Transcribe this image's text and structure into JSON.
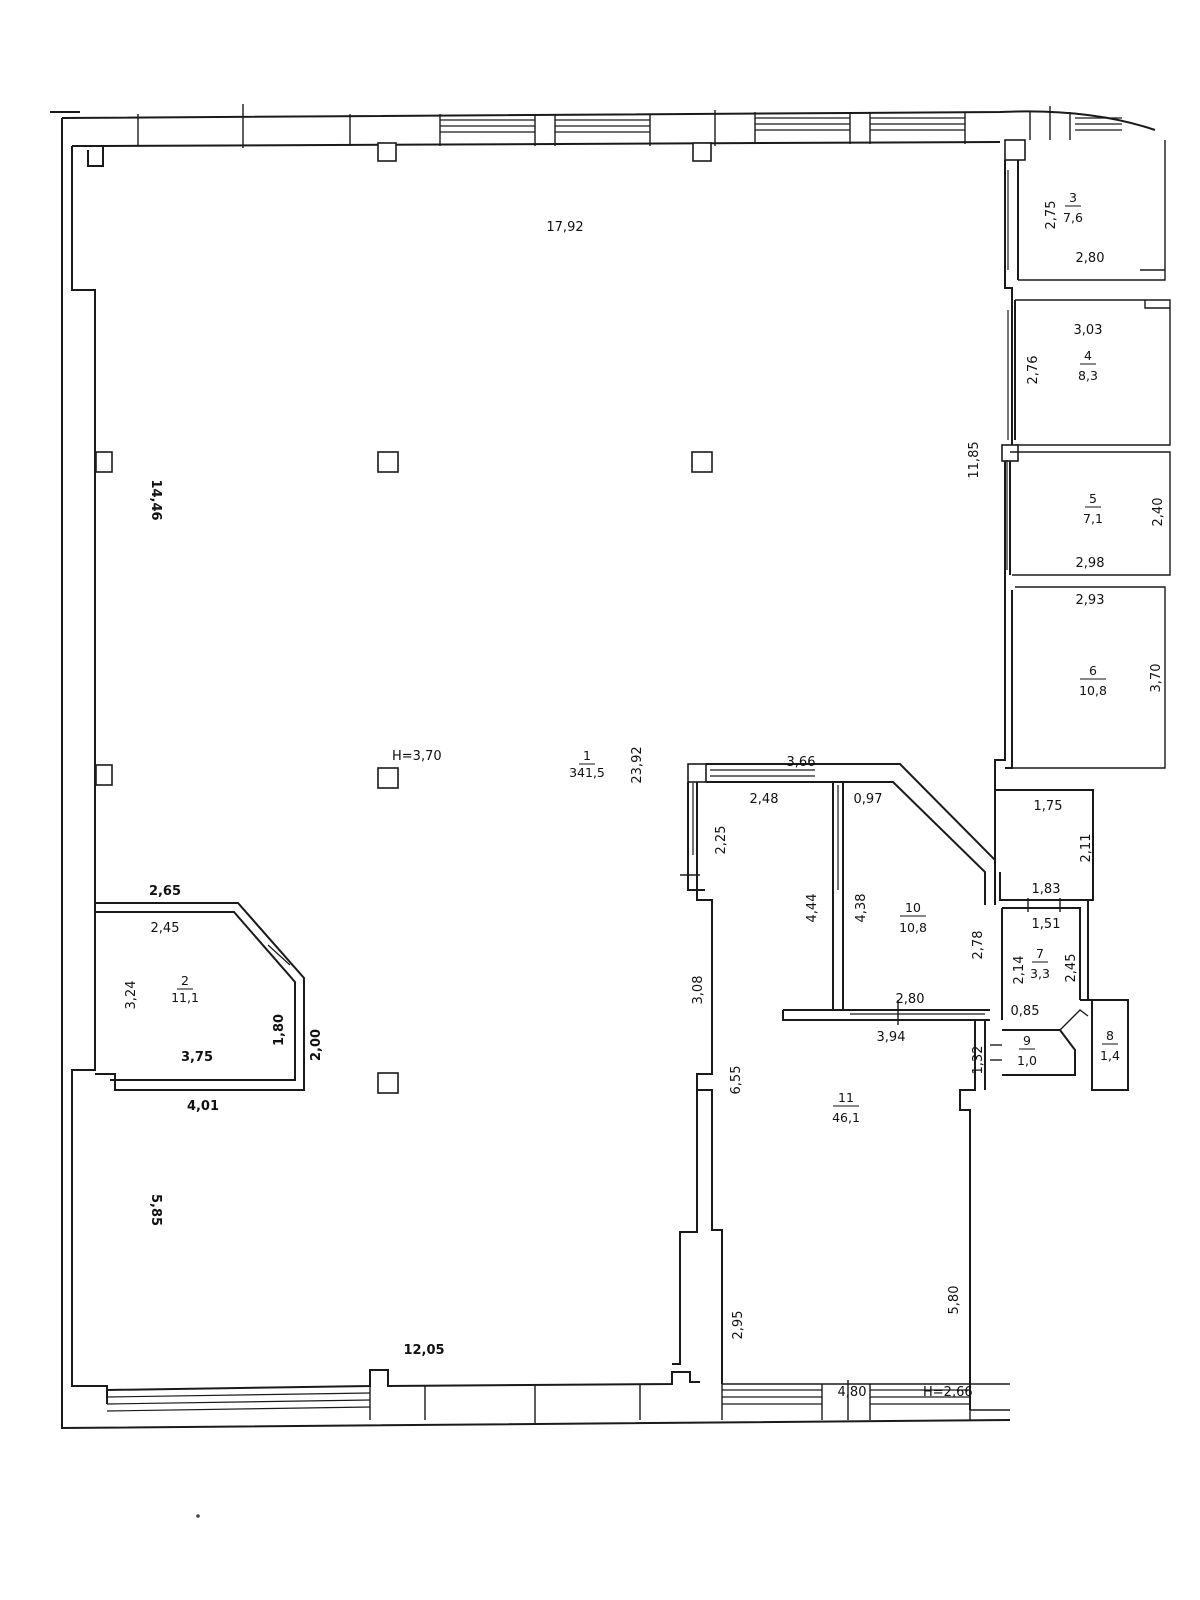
{
  "plan": {
    "rooms": [
      {
        "id": "room-1",
        "number": "1",
        "area": "341,5"
      },
      {
        "id": "room-2",
        "number": "2",
        "area": "11,1"
      },
      {
        "id": "room-3",
        "number": "3",
        "area": "7,6"
      },
      {
        "id": "room-4",
        "number": "4",
        "area": "8,3"
      },
      {
        "id": "room-5",
        "number": "5",
        "area": "7,1"
      },
      {
        "id": "room-6",
        "number": "6",
        "area": "10,8"
      },
      {
        "id": "room-7",
        "number": "7",
        "area": "3,3"
      },
      {
        "id": "room-8",
        "number": "8",
        "area": "1,4"
      },
      {
        "id": "room-9",
        "number": "9",
        "area": "1,0"
      },
      {
        "id": "room-10",
        "number": "10",
        "area": "10,8"
      },
      {
        "id": "room-11",
        "number": "11",
        "area": "46,1"
      }
    ],
    "heights": {
      "main": "H=3,70",
      "secondary": "H=2,66"
    },
    "dimensions": {
      "d_17_92": "17,92",
      "d_14_46": "14,46",
      "d_23_92": "23,92",
      "d_11_85": "11,85",
      "d_12_05": "12,05",
      "d_5_85": "5,85",
      "d_2_65": "2,65",
      "d_2_45": "2,45",
      "d_3_24": "3,24",
      "d_1_80": "1,80",
      "d_2_00": "2,00",
      "d_3_75": "3,75",
      "d_4_01": "4,01",
      "d_2_75": "2,75",
      "d_2_80_r3": "2,80",
      "d_3_03": "3,03",
      "d_2_76": "2,76",
      "d_2_40": "2,40",
      "d_2_98": "2,98",
      "d_2_93": "2,93",
      "d_3_70": "3,70",
      "d_3_66": "3,66",
      "d_2_48": "2,48",
      "d_0_97": "0,97",
      "d_2_25": "2,25",
      "d_4_44": "4,44",
      "d_4_38": "4,38",
      "d_2_78": "2,78",
      "d_2_80_r10": "2,80",
      "d_3_94": "3,94",
      "d_1_75": "1,75",
      "d_2_11": "2,11",
      "d_1_83": "1,83",
      "d_1_51": "1,51",
      "d_2_14": "2,14",
      "d_2_45_r7": "2,45",
      "d_0_85": "0,85",
      "d_1_32": "1,32",
      "d_3_08": "3,08",
      "d_6_55": "6,55",
      "d_2_95": "2,95",
      "d_5_80": "5,80",
      "d_4_80": "4,80"
    }
  }
}
